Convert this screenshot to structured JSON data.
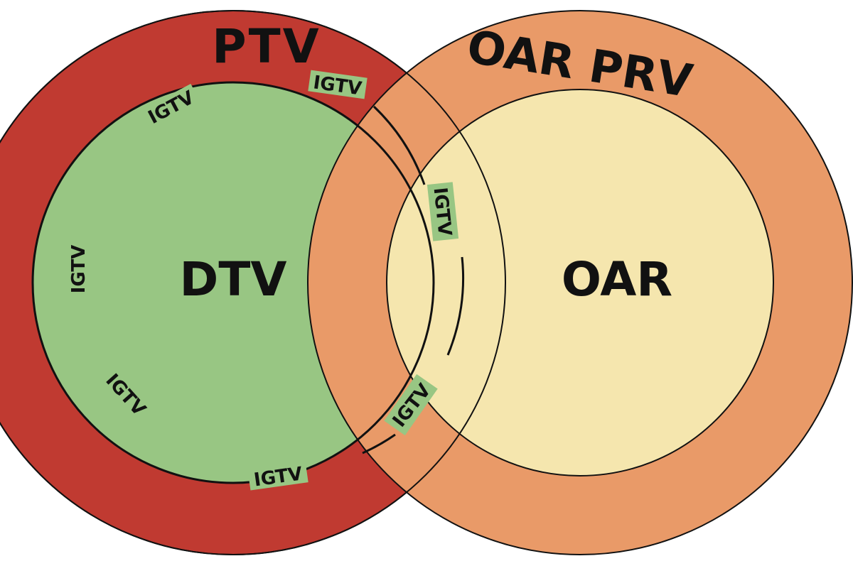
{
  "labels": {
    "ptv": "PTV",
    "oar_prv": "OAR PRV",
    "dtv": "DTV",
    "oar": "OAR",
    "igtv": "IGTV"
  },
  "colors": {
    "ptv": "#c03a31",
    "oar_prv": "#e99a68",
    "dtv": "#98c683",
    "oar": "#f5e6ae",
    "stroke": "#111111"
  }
}
